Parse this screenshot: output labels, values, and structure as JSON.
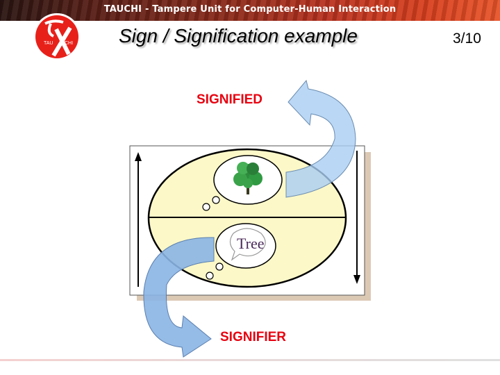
{
  "header": {
    "banner_text": "TAUCHI - Tampere Unit for Computer-Human Interaction",
    "logo": {
      "icon": "tauchi-logo-icon",
      "left_text": "TAU",
      "right_text": "CHI",
      "color": "#e8201a"
    }
  },
  "slide": {
    "title": "Sign / Signification example",
    "page": "3/10"
  },
  "diagram": {
    "signified_label": "SIGNIFIED",
    "signifier_label": "SIGNIFIER",
    "speech_bubble_word": "Tree",
    "label_color": "#e8000f",
    "ellipse_fill": "#fcf8c8",
    "arrow_fill": "#a9cdf2",
    "shadow_color": "#dcc9b4",
    "up_arrow": "arrow-up-icon",
    "down_arrow": "arrow-down-icon",
    "tree_image": "tree-icon"
  }
}
